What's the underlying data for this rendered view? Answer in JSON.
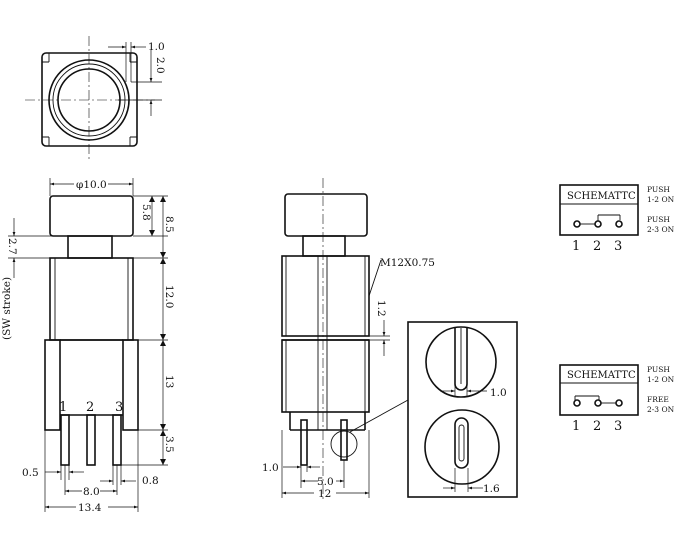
{
  "top_view": {
    "dim_pin_offset": "1.0",
    "dim_pin_spacing": "2.0"
  },
  "front_view": {
    "dim_cap_diameter": "φ10.0",
    "dim_cap_height": "5.8",
    "dim_stroke": "2.7",
    "stroke_note": "(SW stroke)",
    "dim_cap_total": "8.5",
    "dim_body": "12.0",
    "dim_frame": "13",
    "dim_pin_length": "3.5",
    "dim_pin_width": "0.5",
    "dim_pin_pitch": "8.0",
    "dim_pin_thickness": "0.8",
    "dim_total_width": "13.4",
    "pin_labels": [
      "1",
      "2",
      "3"
    ]
  },
  "side_view": {
    "thread_label": "M12X0.75",
    "dim_thread_gap": "1.2",
    "dim_pin_width": "1.0",
    "dim_pin_pos": "5.0",
    "dim_total": "12"
  },
  "detail_view": {
    "dim_slot_top": "1.0",
    "dim_slot_bottom": "1.6"
  },
  "schematics": [
    {
      "title": "SCHEMATTC",
      "mode1_label": "PUSH",
      "mode1_value": "1-2 ON",
      "mode2_label": "PUSH",
      "mode2_value": "2-3 ON",
      "pins": [
        "1",
        "2",
        "3"
      ]
    },
    {
      "title": "SCHEMATTC",
      "mode1_label": "PUSH",
      "mode1_value": "1-2 ON",
      "mode2_label": "FREE",
      "mode2_value": "2-3 ON",
      "pins": [
        "1",
        "2",
        "3"
      ]
    }
  ]
}
